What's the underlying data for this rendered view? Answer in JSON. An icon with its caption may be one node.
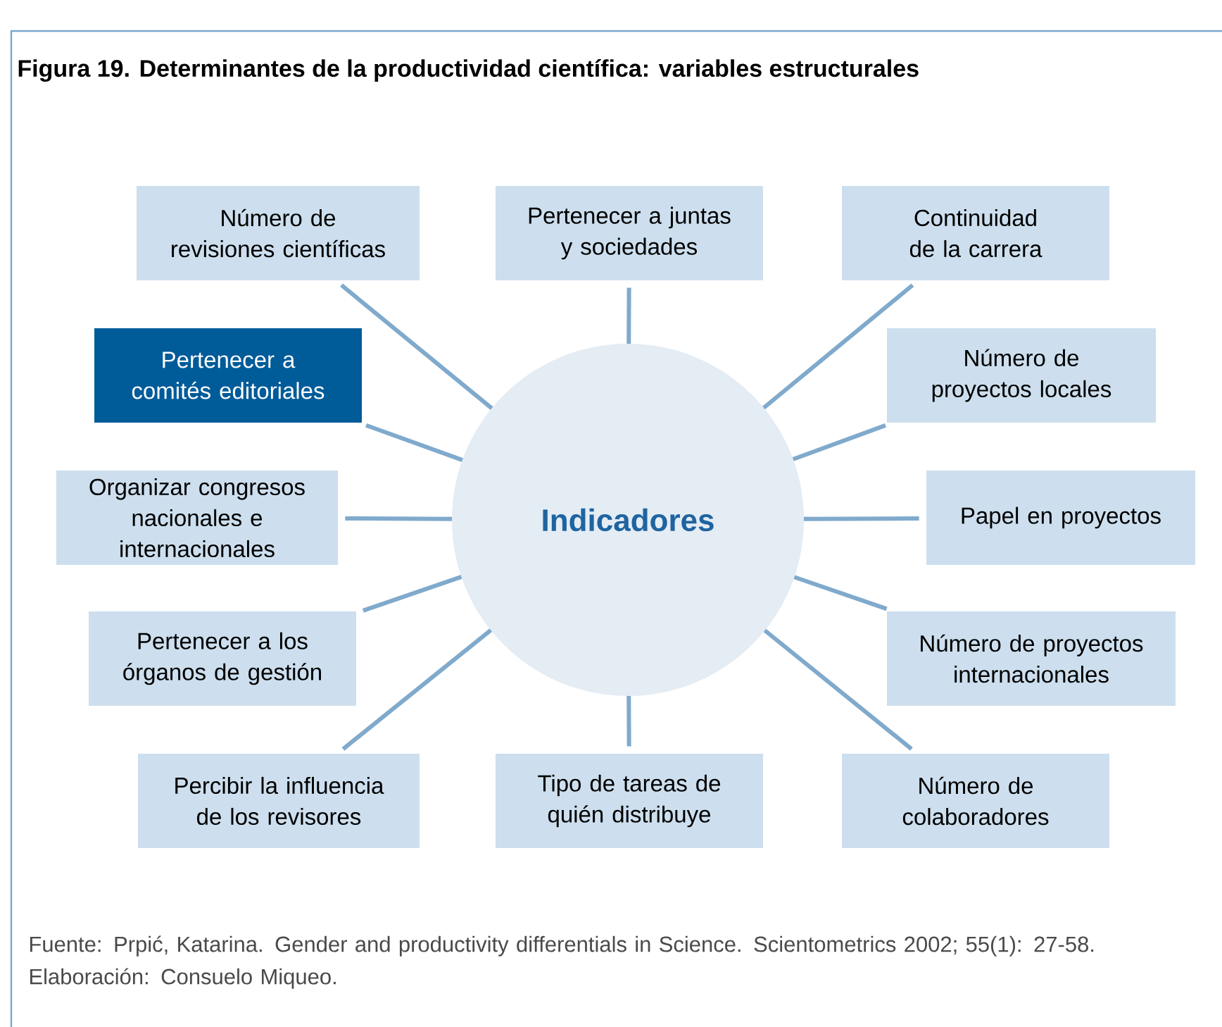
{
  "diagram": {
    "title": "**Figura 19.** Determinantes de la productividad científica: variables estructurales",
    "caption": "Fuente: Prpić, Katarina. Gender and productivity differentials in Science. Scientometrics 2002; 55(1): 27-58. Elaboración: Consuelo Miqueo.",
    "nodes": [
      {
        "text": [
          "Número de revisiones científicas"
        ]
      },
      {
        "text": [
          "Pertenecer a juntas y sociedades"
        ]
      },
      {
        "text": [
          "Continuidad de la carrera"
        ]
      },
      {
        "text": [
          "Pertenecer a comités editoriales"
        ]
      },
      {
        "text": [
          "Número de proyectos locales"
        ]
      },
      {
        "text": [
          "Organizar congresos nacionales e internacionales"
        ]
      },
      {
        "text": [
          "Indicadores"
        ]
      },
      {
        "text": [
          "Papel en proyectos"
        ]
      },
      {
        "text": [
          "Pertenecer a los órganos de gestión"
        ]
      },
      {
        "text": [
          "Número de proyectos internacionales"
        ]
      },
      {
        "text": [
          "Percibir la influencia de los revisores"
        ]
      },
      {
        "text": [
          "Tipo de tareas de quién distribuye"
        ]
      },
      {
        "text": [
          "Número de colaboradores"
        ]
      }
    ],
    "edges": [
      {
        "from": 6,
        "to": 0,
        "arrow": "none"
      },
      {
        "from": 6,
        "to": 1,
        "arrow": "none"
      },
      {
        "from": 6,
        "to": 2,
        "arrow": "none"
      },
      {
        "from": 6,
        "to": 3,
        "arrow": "none"
      },
      {
        "from": 6,
        "to": 4,
        "arrow": "none"
      },
      {
        "from": 6,
        "to": 5,
        "arrow": "none"
      },
      {
        "from": 6,
        "to": 7,
        "arrow": "none"
      },
      {
        "from": 6,
        "to": 8,
        "arrow": "none"
      },
      {
        "from": 6,
        "to": 9,
        "arrow": "none"
      },
      {
        "from": 6,
        "to": 10,
        "arrow": "none"
      },
      {
        "from": 6,
        "to": 11,
        "arrow": "none"
      },
      {
        "from": 6,
        "to": 12,
        "arrow": "none"
      }
    ]
  }
}
